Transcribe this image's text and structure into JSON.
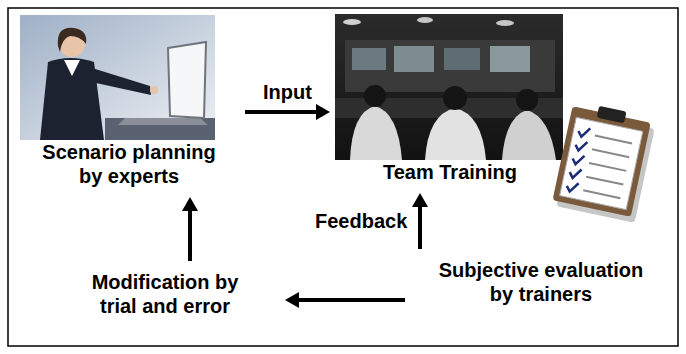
{
  "diagram": {
    "nodes": [
      {
        "text": [
          "Scenario planning by experts"
        ]
      },
      {
        "text": [
          "Team Training"
        ]
      },
      {
        "text": [
          "Modification by trial and error"
        ]
      },
      {
        "text": [
          "Subjective evaluation by trainers"
        ]
      }
    ],
    "edges": [
      {
        "from": 0,
        "to": 1,
        "label": "Input",
        "arrow": "to"
      },
      {
        "from": 3,
        "to": 1,
        "label": "Feedback",
        "arrow": "to"
      },
      {
        "from": 3,
        "to": 2,
        "arrow": "to"
      },
      {
        "from": 2,
        "to": 0,
        "arrow": "to"
      }
    ]
  }
}
